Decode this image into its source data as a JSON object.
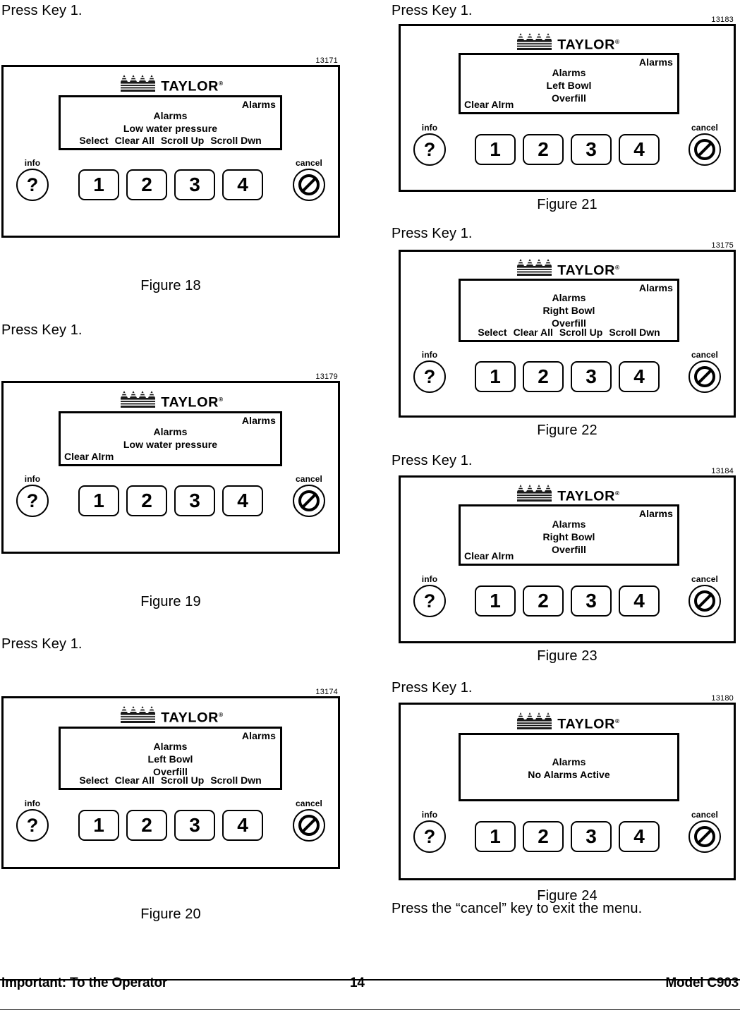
{
  "page": {
    "number": "14",
    "footer_left": "Important: To the Operator",
    "footer_right": "Model C903"
  },
  "instructions": {
    "press_key_1": "Press Key 1.",
    "exit_menu": "Press the “cancel” key to exit the menu."
  },
  "panel_common": {
    "logo_word": "TAYLOR",
    "logo_registered": "®",
    "info_label": "info",
    "info_glyph": "?",
    "cancel_label": "cancel",
    "keys": [
      "1",
      "2",
      "3",
      "4"
    ],
    "softkeys": [
      "Select",
      "Clear All",
      "Scroll Up",
      "Scroll Dwn"
    ],
    "clear_alarm_label": "Clear Alrm"
  },
  "figures": [
    {
      "id": "13171",
      "caption": "Figure 18",
      "corner_label": "Alarms",
      "lines": [
        "Alarms",
        "Low water pressure"
      ],
      "bottom_type": "softkeys"
    },
    {
      "id": "13179",
      "caption": "Figure 19",
      "corner_label": "Alarms",
      "lines": [
        "Alarms",
        "Low water pressure"
      ],
      "bottom_type": "clear"
    },
    {
      "id": "13174",
      "caption": "Figure 20",
      "corner_label": "Alarms",
      "lines": [
        "Alarms",
        "Left Bowl",
        "Overfill"
      ],
      "bottom_type": "softkeys"
    },
    {
      "id": "13183",
      "caption": "Figure 21",
      "corner_label": "Alarms",
      "lines": [
        "Alarms",
        "Left Bowl",
        "Overfill"
      ],
      "bottom_type": "clear"
    },
    {
      "id": "13175",
      "caption": "Figure 22",
      "corner_label": "Alarms",
      "lines": [
        "Alarms",
        "Right Bowl",
        "Overfill"
      ],
      "bottom_type": "softkeys"
    },
    {
      "id": "13184",
      "caption": "Figure 23",
      "corner_label": "Alarms",
      "lines": [
        "Alarms",
        "Right Bowl",
        "Overfill"
      ],
      "bottom_type": "clear"
    },
    {
      "id": "13180",
      "caption": "Figure 24",
      "corner_label": "",
      "lines": [
        "Alarms",
        "No Alarms Active"
      ],
      "bottom_type": "none"
    }
  ]
}
